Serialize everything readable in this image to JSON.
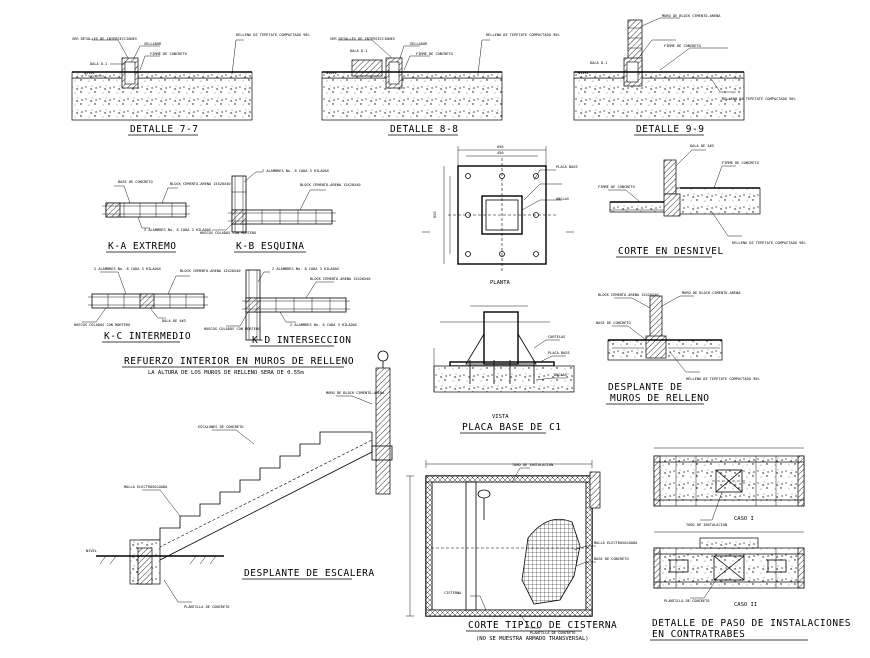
{
  "titles": {
    "d77": "DETALLE 7-7",
    "d88": "DETALLE 8-8",
    "d99": "DETALLE 9-9",
    "ka": "K-A EXTREMO",
    "kb": "K-B ESQUINA",
    "kc": "K-C INTERMEDIO",
    "kd": "K-D INTERSECCION",
    "refuerzo": "REFUERZO INTERIOR EN MUROS DE RELLENO",
    "refuerzo_note": "LA ALTURA DE LOS MUROS DE RELLENO SERA DE 0.55m",
    "planta": "PLANTA",
    "vista": "VISTA",
    "placa": "PLACA BASE DE C1",
    "desnivel": "CORTE EN DESNIVEL",
    "desplante_muros_1": "DESPLANTE DE",
    "desplante_muros_2": "MUROS DE RELLENO",
    "escalera": "DESPLANTE DE ESCALERA",
    "cisterna": "CORTE TIPICO DE CISTERNA",
    "cisterna_note": "(NO SE MUESTRA ARMADO TRANSVERSAL)",
    "caso1": "CASO I",
    "caso2": "CASO II",
    "paso_1": "DETALLE DE PASO DE INSTALACIONES",
    "paso_2": "EN CONTRATRABES"
  },
  "labels": {
    "nivel": "NIVEL",
    "sellador": "SELLADOR",
    "firme": "FIRME DE CONCRETO",
    "dala": "DALA D-1",
    "ver_detalles": "VER DETALLES DE INTERSECCIONES",
    "relleno": "RELLENO DE TEPETATE COMPACTADO 90%",
    "muro_block": "MURO DE BLOCK CEMENTO-ARENA",
    "base_concreto": "BASE DE CONCRETO",
    "block": "BLOCK CEMENTO-ARENA 15X20X40",
    "alambres": "2 ALAMBRES No. 8 CADA 3 HILADAS",
    "huecos": "HUECOS COLADOS CON MORTERO",
    "dala_4": "DALA DE 4#3",
    "placa_base": "PLACA BASE",
    "anclas": "ANCLAS",
    "cartelas": "CARTELAS",
    "escalon": "ESCALONES DE CONCRETO",
    "malla": "MALLA ELECTROSOLDADA",
    "plantilla": "PLANTILLA DE CONCRETO",
    "tubo": "TUBO DE INSTALACION",
    "cisterna_label": "CISTERNA"
  }
}
